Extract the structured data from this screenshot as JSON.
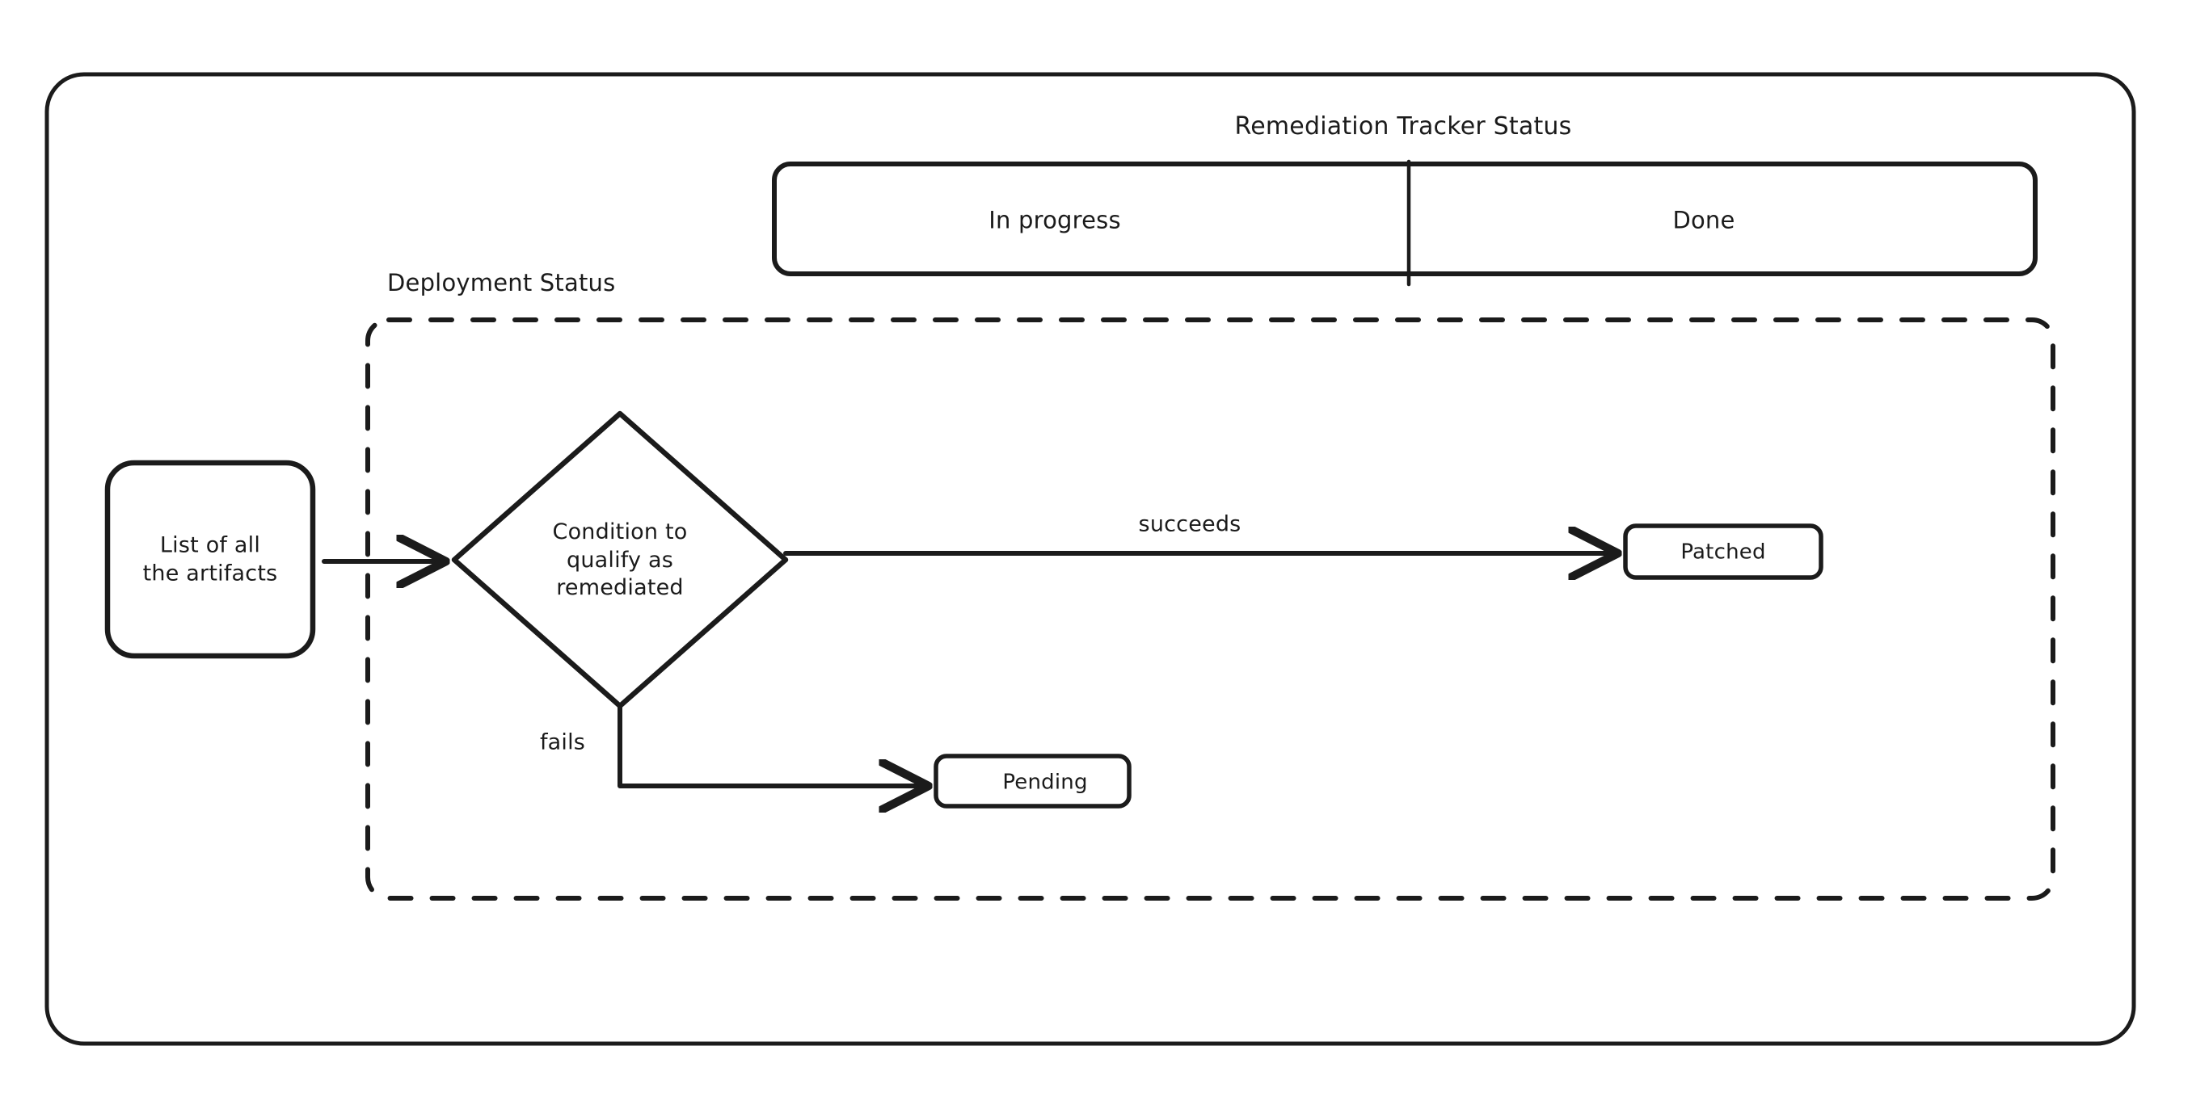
{
  "diagram": {
    "type": "flowchart",
    "style": "hand-drawn-sketch",
    "stroke_color": "#1b1b1b",
    "background_color": "#ffffff",
    "swimlane_title": "Remediation Tracker Status",
    "lanes": [
      {
        "id": "in-progress",
        "label": "In progress"
      },
      {
        "id": "done",
        "label": "Done"
      }
    ],
    "group": {
      "id": "deployment-status",
      "label": "Deployment Status",
      "border": "dashed"
    },
    "nodes": [
      {
        "id": "artifacts",
        "label": "List of all\nthe artifacts",
        "shape": "rounded-rectangle"
      },
      {
        "id": "condition",
        "label": "Condition to\nqualify as\nremediated",
        "shape": "diamond"
      },
      {
        "id": "patched",
        "label": "Patched",
        "shape": "rounded-rectangle"
      },
      {
        "id": "pending",
        "label": "Pending",
        "shape": "rounded-rectangle"
      }
    ],
    "edges": [
      {
        "id": "artifacts-to-condition",
        "from": "artifacts",
        "to": "condition",
        "label": ""
      },
      {
        "id": "condition-to-patched",
        "from": "condition",
        "to": "patched",
        "label": "succeeds"
      },
      {
        "id": "condition-to-pending",
        "from": "condition",
        "to": "pending",
        "label": "fails"
      }
    ],
    "labels": {
      "node_artifacts_line1": "List of all",
      "node_artifacts_line2": "the artifacts",
      "node_condition_line1": "Condition to",
      "node_condition_line2": "qualify as",
      "node_condition_line3": "remediated",
      "node_patched": "Patched",
      "node_pending": "Pending",
      "edge_succeeds": "succeeds",
      "edge_fails": "fails",
      "lane_in_progress": "In progress",
      "lane_done": "Done",
      "group_deployment_status": "Deployment Status",
      "title_remediation_tracker_status": "Remediation Tracker Status"
    }
  }
}
